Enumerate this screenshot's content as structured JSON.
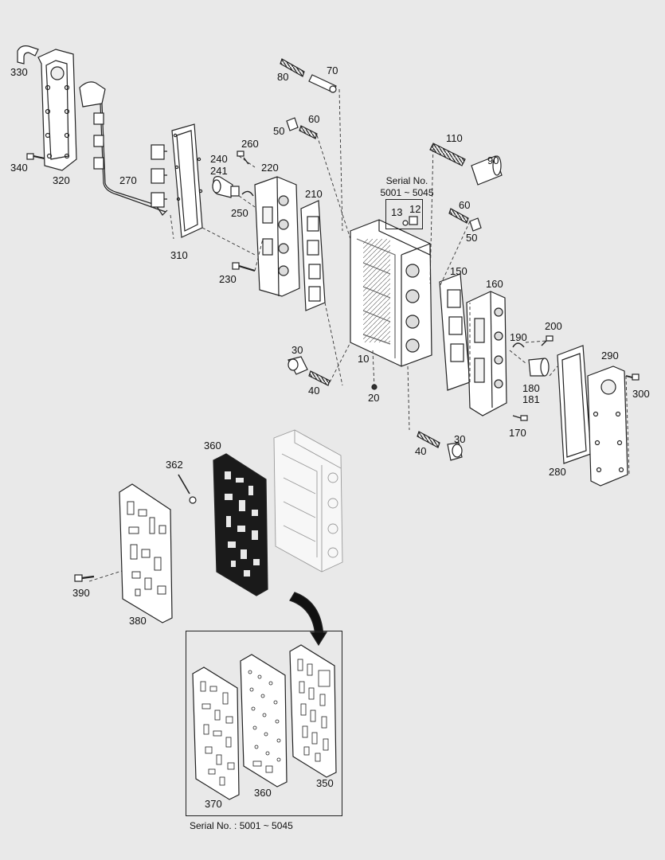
{
  "diagram": {
    "serial_note_top": {
      "line1": "Serial No.",
      "line2": "5001 ~ 5045"
    },
    "serial_note_bottom": "Serial No.  : 5001 ~ 5045",
    "labels": {
      "l10": "10",
      "l12": "12",
      "l13": "13",
      "l20": "20",
      "l30a": "30",
      "l30b": "30",
      "l40a": "40",
      "l40b": "40",
      "l50a": "50",
      "l50b": "50",
      "l60a": "60",
      "l60b": "60",
      "l70": "70",
      "l80": "80",
      "l90": "90",
      "l110": "110",
      "l150": "150",
      "l160": "160",
      "l170": "170",
      "l180": "180",
      "l181": "181",
      "l190": "190",
      "l200": "200",
      "l210": "210",
      "l220": "220",
      "l230": "230",
      "l240": "240",
      "l241": "241",
      "l250": "250",
      "l260": "260",
      "l270": "270",
      "l280": "280",
      "l290": "290",
      "l300": "300",
      "l310": "310",
      "l320": "320",
      "l330": "330",
      "l340": "340",
      "l350": "350",
      "l360a": "360",
      "l360b": "360",
      "l362": "362",
      "l370": "370",
      "l380": "380",
      "l390": "390"
    }
  }
}
